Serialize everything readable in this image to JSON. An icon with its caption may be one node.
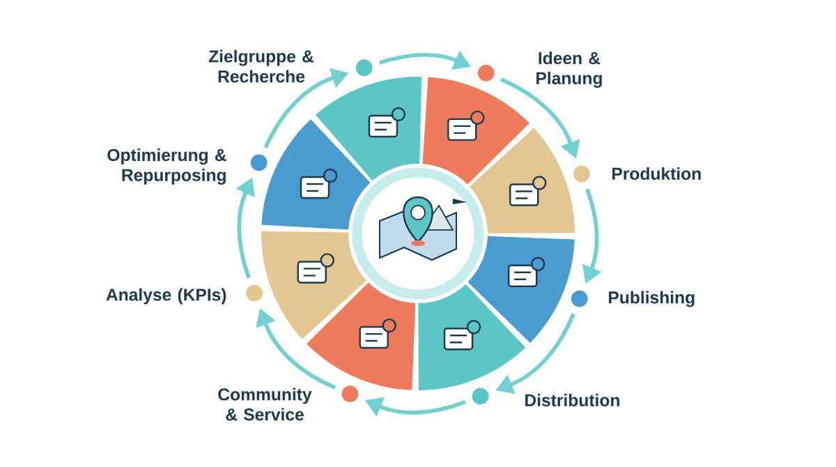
{
  "diagram": {
    "nodes": [
      {
        "text": [
          "Zielgruppe & Recherche"
        ]
      },
      {
        "text": [
          "Ideen & Planung"
        ]
      },
      {
        "text": [
          "Produktion"
        ]
      },
      {
        "text": [
          "Publishing"
        ]
      },
      {
        "text": [
          "Distribution"
        ]
      },
      {
        "text": [
          "Community & Service"
        ]
      },
      {
        "text": [
          "Analyse (KPIs)"
        ]
      },
      {
        "text": [
          "Optimierung & Repurposing"
        ]
      },
      {
        "text": [],
        "shape": "picture"
      }
    ],
    "edges": [
      {
        "from": 0,
        "to": 1,
        "arrow": "to"
      },
      {
        "from": 1,
        "to": 2,
        "arrow": "to"
      },
      {
        "from": 2,
        "to": 3,
        "arrow": "to"
      },
      {
        "from": 3,
        "to": 4,
        "arrow": "to"
      },
      {
        "from": 4,
        "to": 5,
        "arrow": "to"
      },
      {
        "from": 5,
        "to": 6,
        "arrow": "to"
      },
      {
        "from": 6,
        "to": 7,
        "arrow": "to"
      },
      {
        "from": 7,
        "to": 0,
        "arrow": "to"
      }
    ]
  }
}
